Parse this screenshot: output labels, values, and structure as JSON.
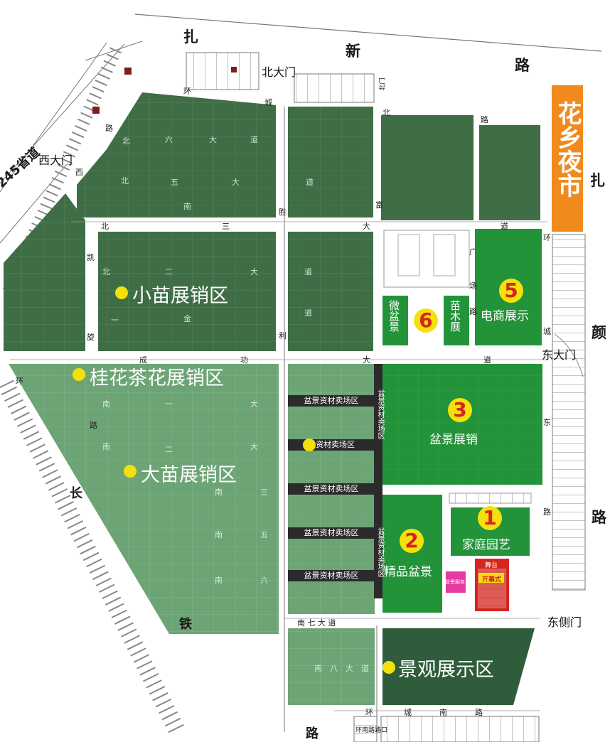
{
  "roads": {
    "zhaxin": [
      "扎",
      "新",
      "路"
    ],
    "zhayan": [
      "扎",
      "颜",
      "路"
    ],
    "provincial": "245省道",
    "changshi": [
      "长",
      "铁",
      "路"
    ],
    "ring_north": [
      "环",
      "城",
      "北",
      "路"
    ],
    "ring_south": [
      "环",
      "城",
      "南",
      "路"
    ],
    "ring_east": [
      "环",
      "城",
      "东",
      "路"
    ],
    "west_road": [
      "西",
      "路"
    ],
    "main_bei_san": [
      "北",
      "三",
      "大",
      "道"
    ],
    "main_chenggong": [
      "成",
      "功",
      "大",
      "道"
    ],
    "nan_qi": "南 七 大 道",
    "nan_ba": [
      "南",
      "八",
      "大",
      "道"
    ],
    "shengli": [
      "胜",
      "利"
    ],
    "kaixuan": [
      "凯",
      "旋"
    ],
    "jinfu": [
      "富"
    ],
    "guangchang": [
      "广",
      "场",
      "路"
    ],
    "bei_liu": [
      "北",
      "六",
      "大",
      "道"
    ],
    "bei_wu": [
      "北",
      "五",
      "大",
      "道",
      "南"
    ],
    "bei_er": [
      "北",
      "二",
      "大",
      "道"
    ],
    "bei_yi": [
      "一",
      "金",
      "道"
    ],
    "nan_yi": [
      "南",
      "一",
      "大"
    ],
    "nan_er": [
      "南",
      "二",
      "大"
    ],
    "nan_san": [
      "南",
      "三"
    ],
    "nan_wu": [
      "南",
      "五"
    ],
    "nan_liu": [
      "南",
      "六"
    ],
    "huan_west": [
      "环",
      "路"
    ],
    "small_north": "北门",
    "bottom_sign": "环南路路口"
  },
  "gates": {
    "north": "北大门",
    "west": "西大门",
    "east": "东大门",
    "east_side": "东侧门"
  },
  "zones": {
    "night_market": "花乡夜市",
    "seedling": "小苗展销区",
    "osmanthus": "桂花茶花展销区",
    "big_seedling": "大苗展销区",
    "landscape": "景观展示区",
    "z1_num": "1",
    "z1": "家庭园艺",
    "z2_num": "2",
    "z2": "精品盆景",
    "z3_num": "3",
    "z3": "盆景展销",
    "z5_num": "5",
    "z5": "电商展示",
    "z6_num": "6",
    "micro": "微盆景",
    "sapling": "苗木展",
    "stage": "舞台",
    "opening": "开幕式",
    "booth": "盆景服务"
  },
  "bonsai_material": {
    "h1": "盆景资材卖场区",
    "h2": "景资材卖场区",
    "h3": "盆景资材卖场区",
    "h4": "盆景资材卖场区",
    "h5": "盆景资材卖场区",
    "v1": "盆景资材卖场区",
    "v2": "盆景资材卖场区"
  },
  "colors": {
    "dark_green": "#3f6e46",
    "medium_green": "#23933a",
    "light_green": "#6da476",
    "orange": "#f08a1d",
    "yellow": "#f4e10c",
    "red": "#d4261e"
  }
}
